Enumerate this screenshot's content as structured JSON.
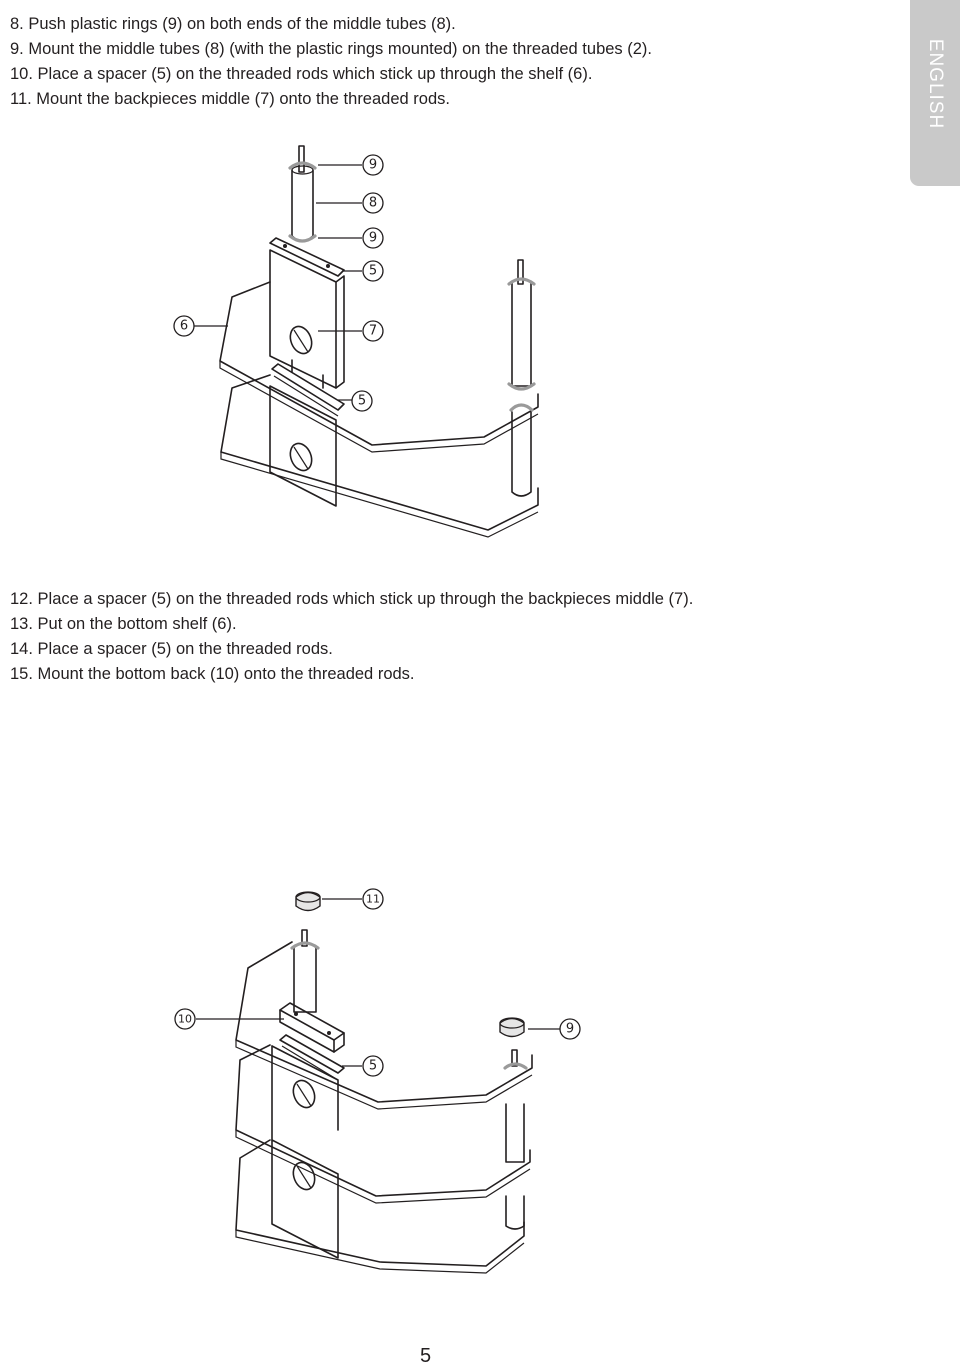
{
  "steps_top": [
    "8.  Push plastic rings (9) on both ends of the middle tubes (8).",
    "9.  Mount the middle tubes (8) (with the plastic rings mounted) on the threaded tubes (2).",
    "10. Place a spacer (5) on the threaded rods which stick up through the shelf (6).",
    "11. Mount the backpieces middle (7) onto the threaded rods."
  ],
  "language_tab": "ENGLISH",
  "figure_top_callouts": [
    "9",
    "8",
    "9",
    "5",
    "6",
    "7",
    "5"
  ],
  "steps_bottom": [
    "12. Place a spacer (5) on the threaded rods which stick up through the backpieces middle (7).",
    "13. Put on the bottom shelf (6).",
    "14. Place a spacer (5) on the threaded rods.",
    "15. Mount the bottom back (10) onto the threaded rods."
  ],
  "figure_bottom_callouts": [
    "11",
    "10",
    "9",
    "5"
  ],
  "page_number": "5"
}
